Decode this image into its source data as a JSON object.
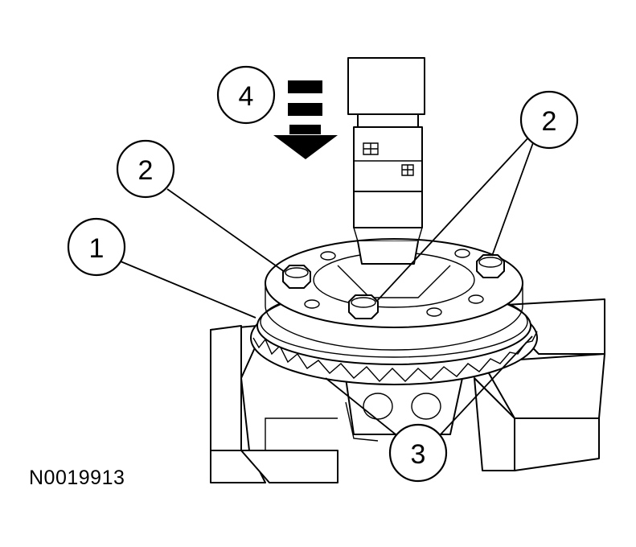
{
  "figure": {
    "reference_code": "N0019913",
    "colors": {
      "ink": "#000000",
      "paper": "#ffffff"
    }
  },
  "callouts": [
    {
      "id": "c1",
      "label": "1"
    },
    {
      "id": "c2a",
      "label": "2"
    },
    {
      "id": "c2b",
      "label": "2"
    },
    {
      "id": "c3",
      "label": "3"
    },
    {
      "id": "c4",
      "label": "4"
    }
  ],
  "icons": {
    "press_direction": "down-arrow-icon"
  }
}
